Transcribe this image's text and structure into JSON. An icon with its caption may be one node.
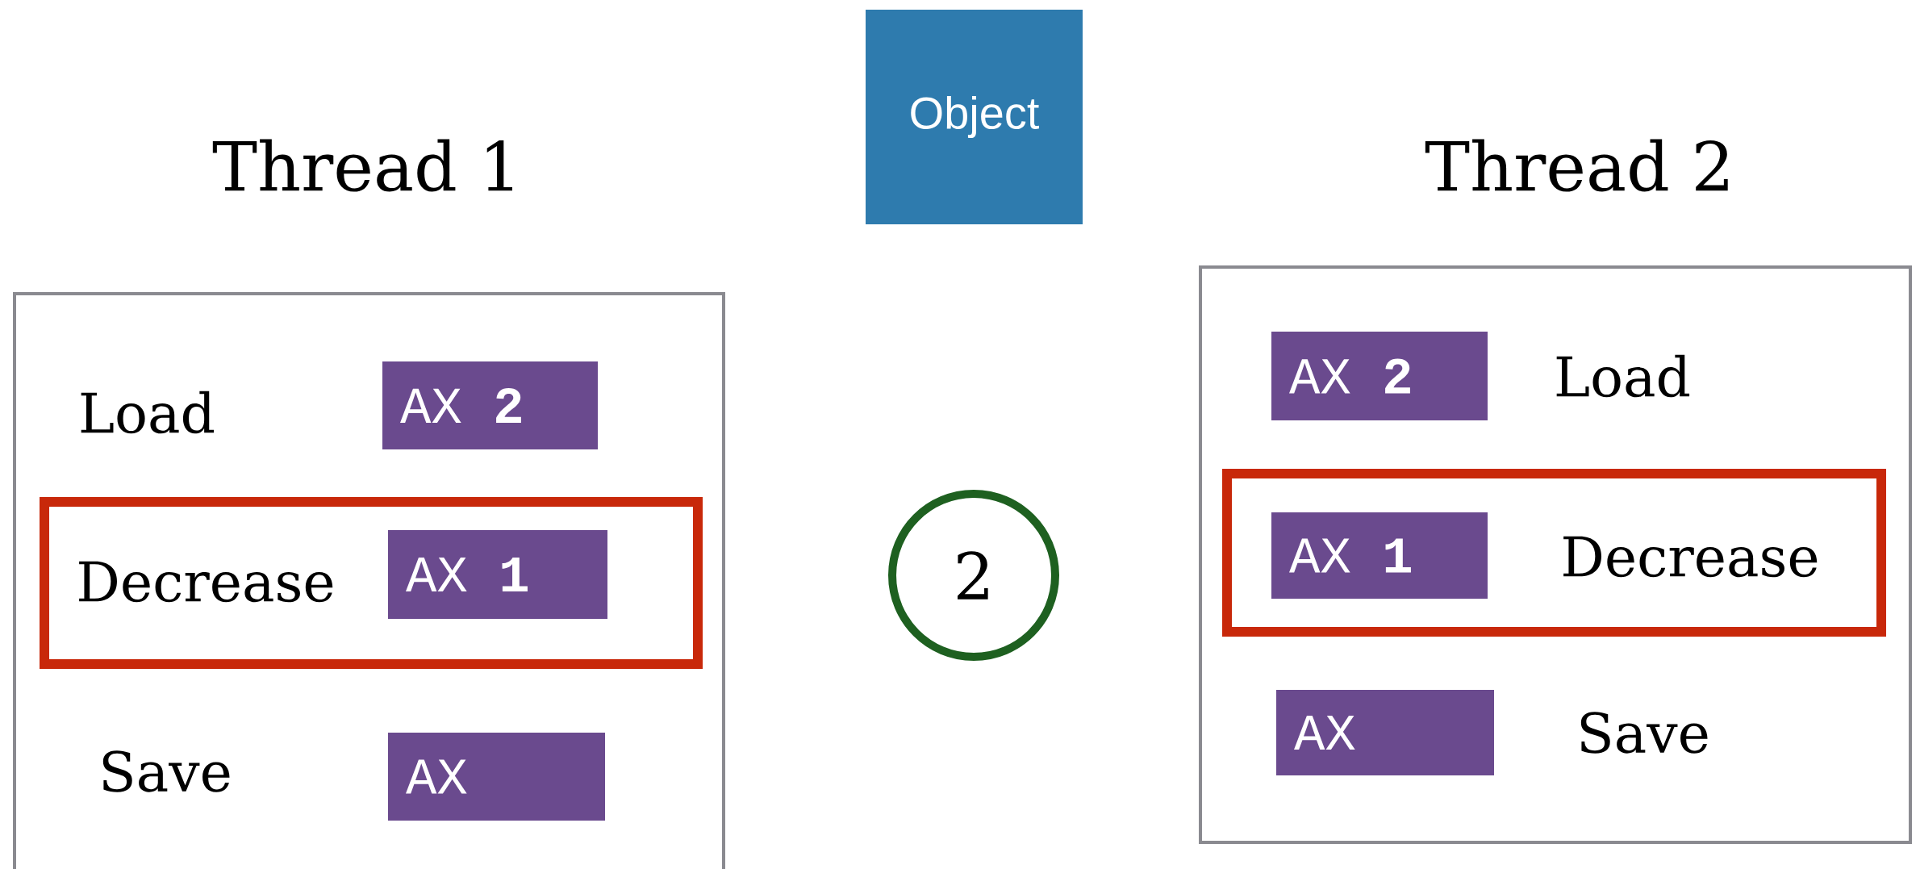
{
  "diagram": {
    "nodes": [
      {
        "text": [
          "Object"
        ]
      },
      {
        "text": [
          "Thread 1"
        ]
      },
      {
        "text": [
          "AX **2**"
        ],
        "in": 1
      },
      {
        "text": [
          "Decrease"
        ],
        "in": 1
      },
      {
        "text": [
          "AX **1**"
        ],
        "in": 3
      },
      {
        "text": [
          "AX"
        ],
        "in": 1
      },
      {
        "text": [
          "2"
        ]
      },
      {
        "text": [
          "Thread 2"
        ]
      },
      {
        "text": [
          "AX **2**"
        ],
        "in": 7
      },
      {
        "text": [
          "Decrease"
        ],
        "in": 7
      },
      {
        "text": [
          "AX **1**"
        ],
        "in": 9
      },
      {
        "text": [
          "AX"
        ],
        "in": 7
      }
    ],
    "edges": [],
    "labels": [
      "Load",
      "Save",
      "Load",
      "Save"
    ]
  }
}
